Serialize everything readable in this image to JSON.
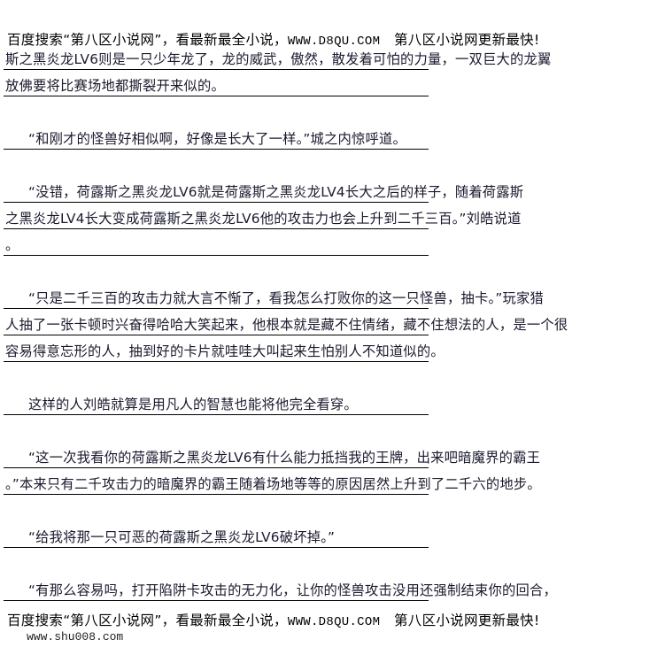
{
  "header": {
    "text": "百度搜索“第八区小说网”，看最新最全小说，",
    "site": "WWW.D8QU.COM",
    "tail": "第八区小说网更新最快!"
  },
  "lines": [
    "斯之黑炎龙LV6则是一只少年龙了，龙的威武，傲然，散发着可怕的力量，一双巨大的龙翼",
    "放佛要将比赛场地都撕裂开来似的。",
    "“和刚才的怪兽好相似啊，好像是长大了一样。”城之内惊呼道。",
    "“没错，荷露斯之黑炎龙LV6就是荷露斯之黑炎龙LV4长大之后的样子，随着荷露斯",
    "之黑炎龙LV4长大变成荷露斯之黑炎龙LV6他的攻击力也会上升到二千三百。”刘皓说道",
    "。",
    "“只是二千三百的攻击力就大言不惭了，看我怎么打败你的这一只怪兽，抽卡。”玩家猎",
    "人抽了一张卡顿时兴奋得哈哈大笑起来，他根本就是藏不住情绪，藏不住想法的人，是一个很",
    "容易得意忘形的人，抽到好的卡片就哇哇大叫起来生怕别人不知道似的。",
    "这样的人刘皓就算是用凡人的智慧也能将他完全看穿。",
    "“这一次我看你的荷露斯之黑炎龙LV6有什么能力抵挡我的王牌，出来吧暗魔界的霸王",
    "。”本来只有二千攻击力的暗魔界的霸王随着场地等等的原因居然上升到了二千六的地步。",
    "“给我将那一只可恶的荷露斯之黑炎龙LV6破坏掉。”",
    "“有那么容易吗，打开陷阱卡攻击的无力化，让你的怪兽攻击没用还强制结束你的回合，"
  ],
  "footer": {
    "text": "百度搜索“第八区小说网”，看最新最全小说，",
    "site": "WWW.D8QU.COM",
    "tail": "第八区小说网更新最快!",
    "url": "www.shu008.com"
  }
}
